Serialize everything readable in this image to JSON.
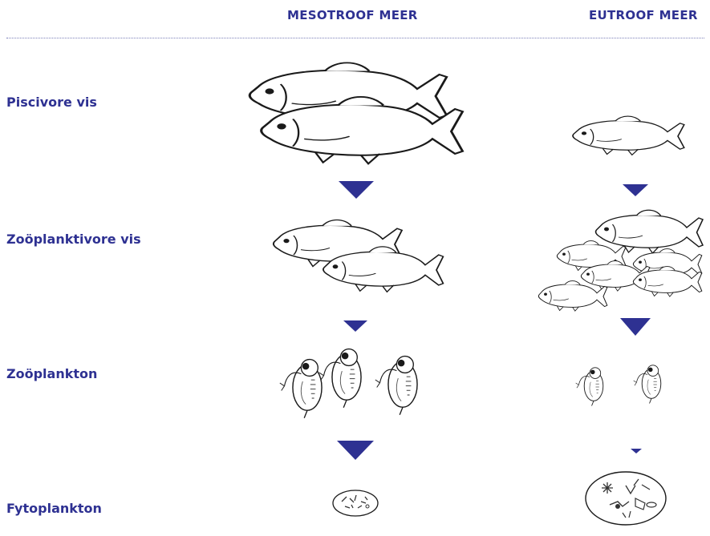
{
  "columns": {
    "mesotrophic": "MESOTROOF MEER",
    "eutrophic": "EUTROOF MEER"
  },
  "levels": [
    {
      "label": "Piscivore vis"
    },
    {
      "label": "Zoöplanktivore vis"
    },
    {
      "label": "Zoöplankton"
    },
    {
      "label": "Fytoplankton"
    }
  ],
  "colors": {
    "text": "#2e3192",
    "arrow": "#2e3192",
    "outline": "#1a1a1a"
  }
}
